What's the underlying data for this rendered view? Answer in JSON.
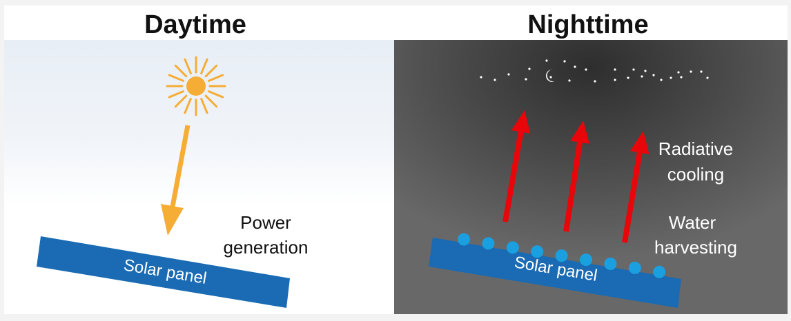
{
  "day": {
    "title": "Daytime",
    "label_line1": "Power",
    "label_line2": "generation",
    "panel_label": "Solar panel"
  },
  "night": {
    "title": "Nighttime",
    "label1_line1": "Radiative",
    "label1_line2": "cooling",
    "label2_line1": "Water",
    "label2_line2": "harvesting",
    "panel_label": "Solar panel"
  },
  "colors": {
    "panel": "#1a6bb3",
    "sun": "#f6ad35",
    "arrow_red": "#e8060b",
    "droplet": "#1aa0e0",
    "night_bg": "#5f5f5f"
  }
}
